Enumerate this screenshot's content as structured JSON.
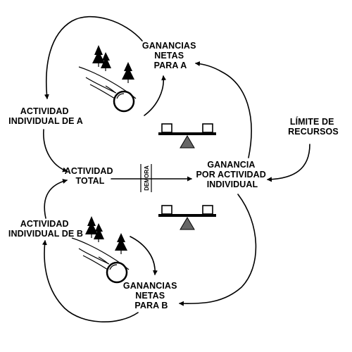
{
  "labels": {
    "gain_a": [
      "GANANCIAS",
      "NETAS",
      "PARA A"
    ],
    "activity_a": [
      "ACTIVIDAD",
      "INDIVIDUAL DE A"
    ],
    "total_activity": [
      "ACTIVIDAD",
      "TOTAL"
    ],
    "delay": "DEMORA",
    "gain_per_activity": [
      "GANANCIA",
      "POR ACTIVIDAD",
      "INDIVIDUAL"
    ],
    "resource_limit": [
      "LÍMITE DE",
      "RECURSOS"
    ],
    "activity_b": [
      "ACTIVIDAD",
      "INDIVIDUAL DE B"
    ],
    "gain_b": [
      "GANANCIAS",
      "NETAS",
      "PARA B"
    ]
  },
  "icons": {
    "reinforcing_loop": "snowball-rolling-downhill-icon",
    "balancing_loop": "seesaw-balance-icon"
  },
  "colors": {
    "ink": "#000000",
    "fulcrum": "#666666",
    "background": "#ffffff"
  }
}
